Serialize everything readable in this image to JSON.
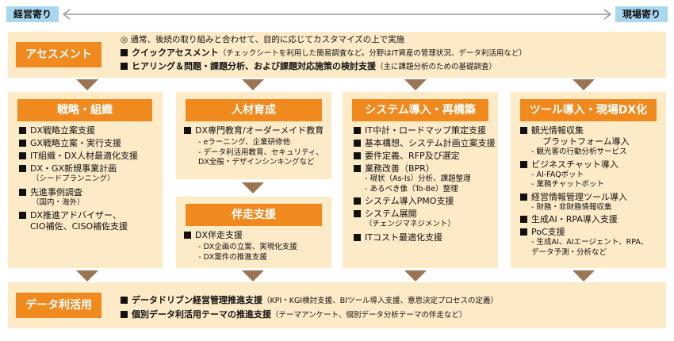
{
  "axis": {
    "left_label": "経営寄り",
    "right_label": "現場寄り"
  },
  "assessment": {
    "title": "アセスメント",
    "note": "◎ 通常、後続の取り組みと合わせて、目的に応じてカスタマイズの上で実施",
    "items": [
      {
        "main": "クイックアセスメント",
        "detail": "（チェックシートを利用した簡易調査など。分野はIT資産の管理状況、データ利活用など）"
      },
      {
        "main": "ヒアリング＆問題・課題分析、および課題対応施策の検討支援",
        "detail": "（主に課題分析のための基礎調査）"
      }
    ]
  },
  "strategy": {
    "title": "戦略・組織",
    "items": [
      {
        "main": "DX戦略立案支援"
      },
      {
        "main": "GX戦略立案・実行支援"
      },
      {
        "main": "IT組織・DX人材最適化支援"
      },
      {
        "main": "DX・GX新規事業計画",
        "subs": [
          "（シードプランニング）"
        ]
      },
      {
        "main": "先進事例調査",
        "subs": [
          "（国内・海外）"
        ]
      },
      {
        "main": "DX推進アドバイザー、",
        "subs_big": [
          "CIO補佐、CISO補佐支援"
        ]
      }
    ]
  },
  "talent": {
    "title": "人材育成",
    "items": [
      {
        "main": "DX専門教育/オーダーメイド教育",
        "subs": [
          "- eラーニング、企業研修他",
          "- データ利活用教育、セキュリティ、",
          "  DX全般・デザインシンキングなど"
        ]
      }
    ]
  },
  "companion": {
    "title": "伴走支援",
    "items": [
      {
        "main": "DX伴走支援",
        "subs": [
          "- DX企画の立案、実現化支援",
          "- DX案件の推進支援"
        ]
      }
    ]
  },
  "system": {
    "title": "システム導入・再構築",
    "items": [
      {
        "main": "IT中計・ロードマップ策定支援"
      },
      {
        "main": "基本構想、システム計画立案支援"
      },
      {
        "main": "要件定義、RFP及び選定"
      },
      {
        "main": "業務改善（BPR）",
        "subs": [
          "- 現状（As-Is）分析、課題整理",
          "- あるべき像（To-Be）整理"
        ]
      },
      {
        "main": "システム導入PMO支援"
      },
      {
        "main": "システム展開",
        "subs": [
          "（チェンジマネジメント）"
        ]
      },
      {
        "main": "ITコスト最適化支援"
      }
    ]
  },
  "tools": {
    "title": "ツール導入・現場DX化",
    "items": [
      {
        "main": "観光情報収集",
        "subs_big": [
          "プラットフォーム導入"
        ],
        "subs": [
          "- 観光客の行動分析サービス"
        ]
      },
      {
        "main": "ビジネスチャット導入",
        "subs": [
          "- AI-FAQボット",
          "- 業務チャットボット"
        ]
      },
      {
        "main": "経営情報管理ツール導入",
        "subs": [
          "- 財務・非財務情報収集"
        ]
      },
      {
        "main": "生成AI・RPA導入支援"
      },
      {
        "main": "PoC支援",
        "subs": [
          "- 生成AI、AIエージェント、RPA、",
          "  データ予測・分析など"
        ]
      }
    ]
  },
  "data_use": {
    "title": "データ利活用",
    "items": [
      {
        "main": "データドリブン経営管理推進支援",
        "detail": "（KPI・KGI検討支援、BIツール導入支援、意思決定プロセスの定義）"
      },
      {
        "main": "個別データ利活用テーマの推進支援",
        "detail": "（テーマアンケート、個別データ分析テーマの伴走など）"
      }
    ]
  }
}
